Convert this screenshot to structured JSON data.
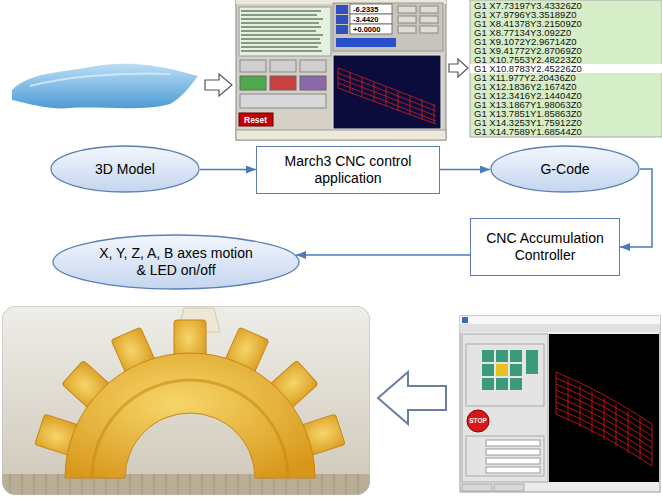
{
  "diagram": {
    "nodes": [
      {
        "text": [
          "3D Model"
        ]
      },
      {
        "text": [
          "March3 CNC control application"
        ]
      },
      {
        "text": [
          "G-Code"
        ]
      },
      {
        "text": [
          "CNC Accumulation Controller"
        ]
      },
      {
        "text": [
          "X, Y, Z, A, B axes motion & LED on/off"
        ]
      }
    ],
    "edges": [
      {
        "from": 0,
        "to": 1,
        "arrow": "to"
      },
      {
        "from": 1,
        "to": 2,
        "arrow": "to"
      },
      {
        "from": 2,
        "to": 3,
        "arrow": "to"
      },
      {
        "from": 3,
        "to": 4,
        "arrow": "to"
      }
    ],
    "labels": [
      "G1 X7.73197Y3.43326Z0",
      "G1 X7.9796Y3.35189Z0",
      "G1 X8.41378Y3.21509Z0",
      "G1 X8.77134Y3.092Z0",
      "G1 X9.1072Y2.96714Z0",
      "G1 X9.41772Y2.87069Z0",
      "G1 X10.7553Y2.48223Z0",
      "G1 X10.8783Y2.45226Z0",
      "G1 X11.977Y2.20436Z0",
      "G1 X12.1836Y2.1674Z0",
      "G1 X12.3416Y2.14404Z0",
      "G1 X13.1867Y1.98063Z0",
      "G1 X13.7851Y1.85863Z0",
      "G1 X14.3253Y1.75912Z0",
      "G1 X14.7589Y1.68544Z0",
      "-6.2335",
      "-3.4420",
      "+0.0000",
      "Reset",
      "STOP"
    ]
  }
}
